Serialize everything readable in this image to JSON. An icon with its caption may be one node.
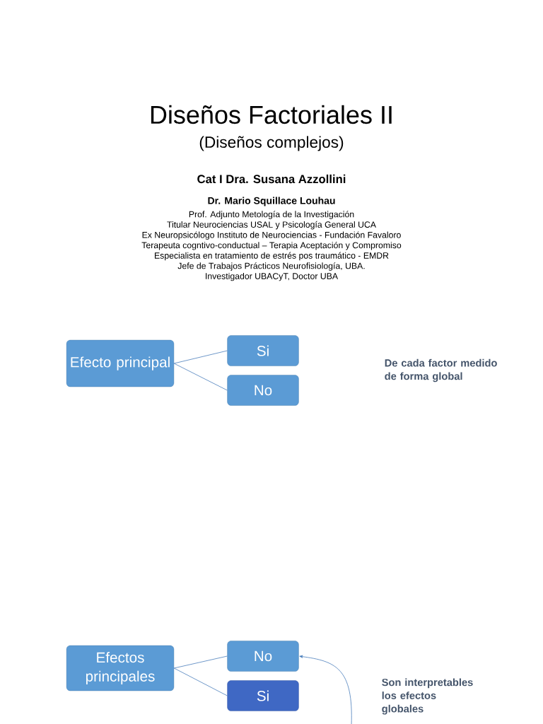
{
  "diagram": {
    "title": "Diseños Factoriales II",
    "nodes": [
      {
        "text": [
          "Efecto principal"
        ]
      },
      {
        "text": [
          "Si"
        ]
      },
      {
        "text": [
          "No"
        ]
      },
      {
        "text": [
          "Efectos principales"
        ]
      },
      {
        "text": [
          "No"
        ]
      },
      {
        "text": [
          "Si"
        ]
      }
    ],
    "edges": [
      {
        "from": 0,
        "to": 1,
        "arrow": "none"
      },
      {
        "from": 0,
        "to": 2,
        "arrow": "none"
      },
      {
        "from": 3,
        "to": 4,
        "arrow": "none"
      },
      {
        "from": 3,
        "to": 5,
        "arrow": "none"
      },
      {
        "from": null,
        "to": 4,
        "arrow": "to"
      }
    ],
    "labels": [
      "(Diseños complejos)",
      "Cat I Dra. Susana Azzollini",
      "Dr. Mario Squillace Louhau",
      "Prof. Adjunto Metología de la Investigación",
      "Titular Neurociencias USAL y Psicología General UCA",
      "Ex Neuropsicólogo Instituto de Neurociencias - Fundación Favaloro",
      "Terapeuta cogntivo-conductual – Terapia Aceptación y Compromiso",
      "Especialista en tratamiento de estrés pos traumático - EMDR",
      "Jefe de Trabajos Prácticos Neurofisiología, UBA.",
      "Investigador UBACyT, Doctor UBA",
      "De cada factor medido de forma global",
      "Son interpretables los efectos globales"
    ]
  }
}
